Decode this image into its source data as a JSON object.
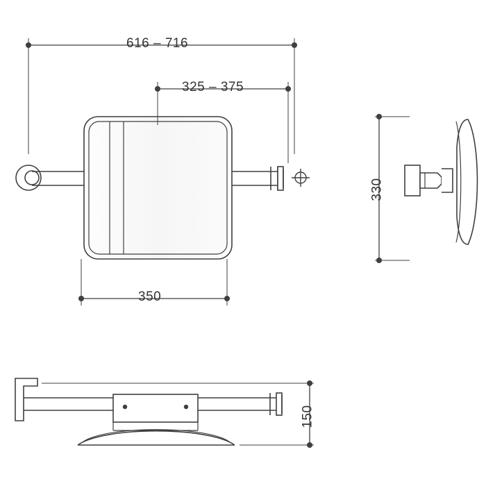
{
  "drawing": {
    "title": "",
    "line_color": "#3f3f3f",
    "fill_color": "#ffffff",
    "dimension_color": "#333333",
    "views": [
      {
        "name": "front-view",
        "description": "Shower seat with backrest and support arm, front elevation"
      },
      {
        "name": "side-view",
        "description": "Shower seat side elevation"
      },
      {
        "name": "top-view",
        "description": "Shower seat top / plan view"
      }
    ]
  },
  "dimensions": {
    "overall_width": "616 – 716",
    "arm_offset": "325 – 375",
    "seat_width": "350",
    "backrest_height": "330",
    "depth": "150"
  }
}
